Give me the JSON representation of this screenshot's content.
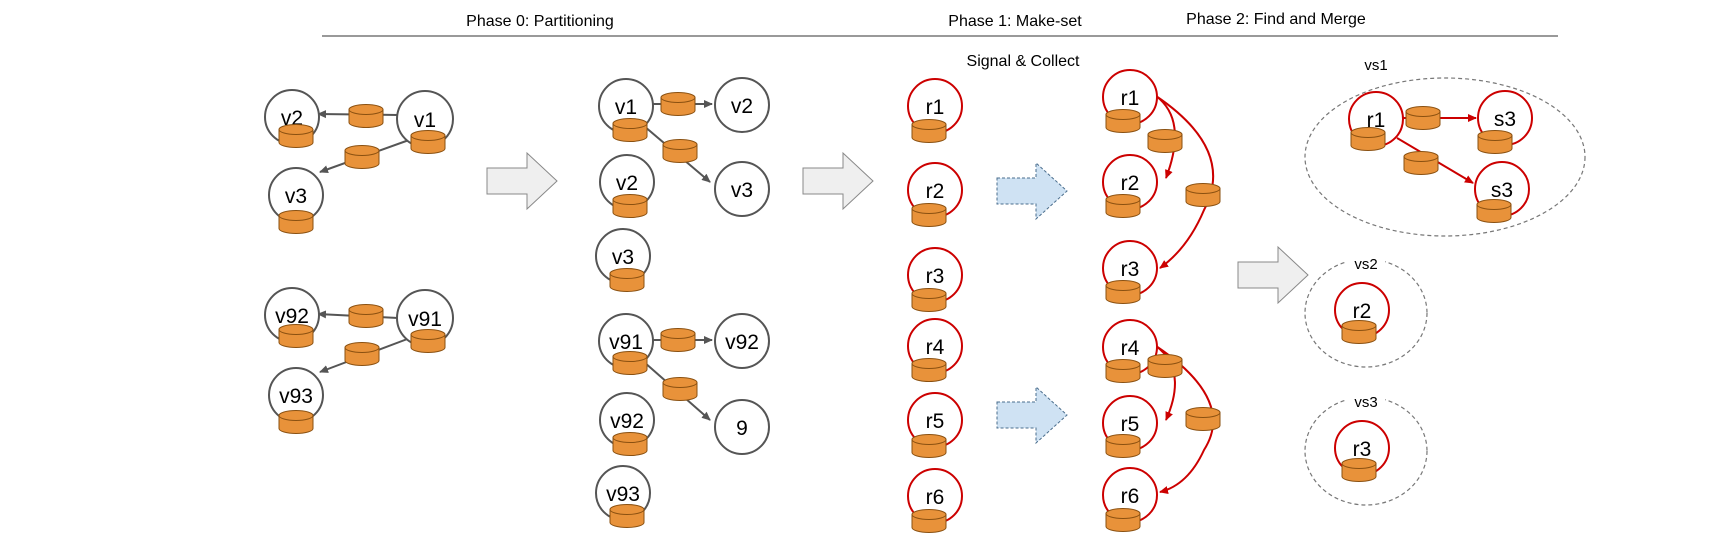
{
  "phases": {
    "phase0": "Phase 0: Partitioning",
    "phase1": "Phase 1: Make-set",
    "phase2": "Phase 2: Find and Merge"
  },
  "signal_collect": "Signal & Collect",
  "nodes": {
    "g1_v2": "v2",
    "g1_v1": "v1",
    "g1_v3": "v3",
    "g2_v92": "v92",
    "g2_v91": "v91",
    "g2_v93": "v93",
    "p_v1": "v1",
    "p_v2a": "v2",
    "p_v2b": "v2",
    "p_v3a": "v3",
    "p_v3b": "v3",
    "p_v91": "v91",
    "p_v92a": "v92",
    "p_v92b": "v92",
    "p_9": "9",
    "p_v93": "v93",
    "m_r1": "r1",
    "m_r2": "r2",
    "m_r3": "r3",
    "m_r4": "r4",
    "m_r5": "r5",
    "m_r6": "r6",
    "c_r1": "r1",
    "c_r2": "r2",
    "c_r3": "r3",
    "c_r4": "r4",
    "c_r5": "r5",
    "c_r6": "r6",
    "f_r1": "r1",
    "f_s3a": "s3",
    "f_s3b": "s3",
    "f_r2": "r2",
    "f_r3": "r3"
  },
  "sets": {
    "vs1": "vs1",
    "vs2": "vs2",
    "vs3": "vs3"
  },
  "colors": {
    "gray_node": "#555555",
    "red_node": "#cc0000",
    "db_fill": "#e8923a",
    "db_stroke": "#8a5010",
    "big_arrow_fill": "#efefef",
    "blue_arrow_fill": "#cfe2f3"
  }
}
